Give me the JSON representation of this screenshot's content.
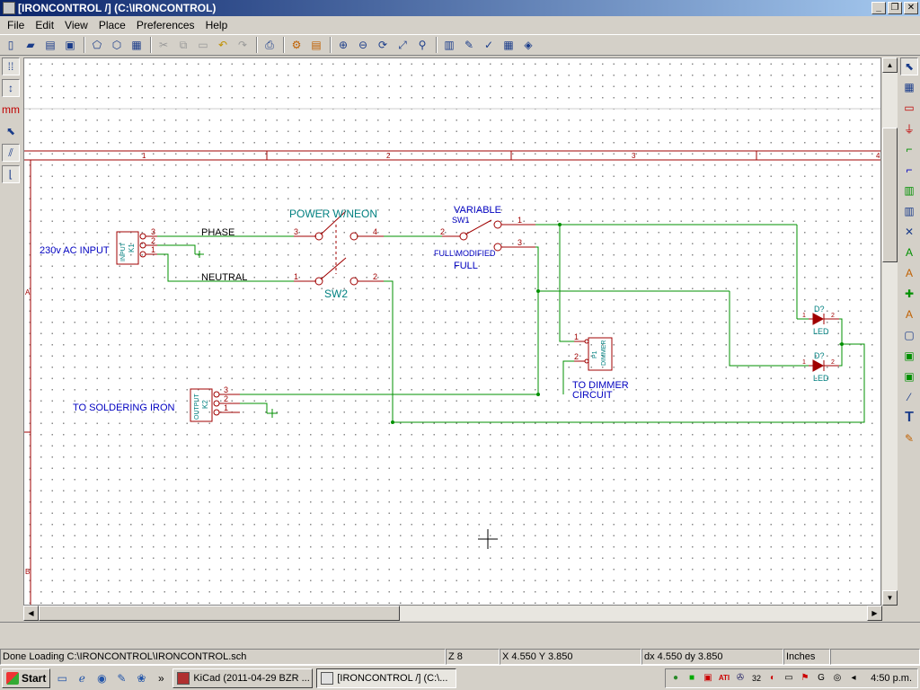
{
  "window": {
    "title": "[IRONCONTROL /] (C:\\IRONCONTROL)"
  },
  "menu": [
    "File",
    "Edit",
    "View",
    "Place",
    "Preferences",
    "Help"
  ],
  "schematic": {
    "border_cols": [
      "1",
      "2",
      "3",
      "4"
    ],
    "border_rows": [
      "A",
      "B"
    ],
    "labels": {
      "input_connector_ref": "K1",
      "input_connector_val": "INPUT",
      "ac_input": "230v AC INPUT",
      "phase": "PHASE",
      "neutral": "NEUTRAL",
      "power_switch": "POWER W/NEON",
      "power_switch_ref": "SW2",
      "variable": "VARIABLE",
      "sw1_ref": "SW1",
      "full_modified": "FULL\\MODIFIED",
      "full": "FULL",
      "output_connector_ref": "K2",
      "output_connector_val": "OUTPUT",
      "to_soldering_iron": "TO SOLDERING IRON",
      "dimmer_ref": "P1",
      "dimmer_val": "DIMMER",
      "to_dimmer_line1": "TO DIMMER",
      "to_dimmer_line2": "CIRCUIT",
      "led1_ref": "D?",
      "led1_val": "LED",
      "led2_ref": "D?",
      "led2_val": "LED"
    },
    "pins": {
      "k1_3": "3",
      "k1_2": "2",
      "k1_1": "1",
      "k2_3": "3",
      "k2_2": "2",
      "k2_1": "1",
      "sw2_3": "3",
      "sw2_4": "4",
      "sw2_1": "1",
      "sw2_2": "2",
      "sw1_2": "2",
      "sw1_1": "1",
      "sw1_3": "3",
      "p1_1": "1",
      "p1_2": "2",
      "d1_1": "1",
      "d1_2": "2",
      "d2_1": "1",
      "d2_2": "2"
    }
  },
  "status": {
    "message": "Done Loading C:\\IRONCONTROL\\IRONCONTROL.sch",
    "zoom": "Z 8",
    "cursor": "X 4.550  Y 3.850",
    "delta": "dx 4.550  dy 3.850",
    "units": "Inches"
  },
  "taskbar": {
    "start": "Start",
    "overflow": "»",
    "tasks": [
      {
        "label": "KiCad (2011-04-29 BZR ...",
        "active": false
      },
      {
        "label": "[IRONCONTROL /] (C:\\...",
        "active": true
      }
    ],
    "tray_num": "32",
    "clock": "4:50 p.m."
  },
  "colors": {
    "wire": "#009000",
    "component": "#a00000",
    "text": "#008080",
    "label_blue": "#0000c0",
    "border": "#a00000"
  }
}
